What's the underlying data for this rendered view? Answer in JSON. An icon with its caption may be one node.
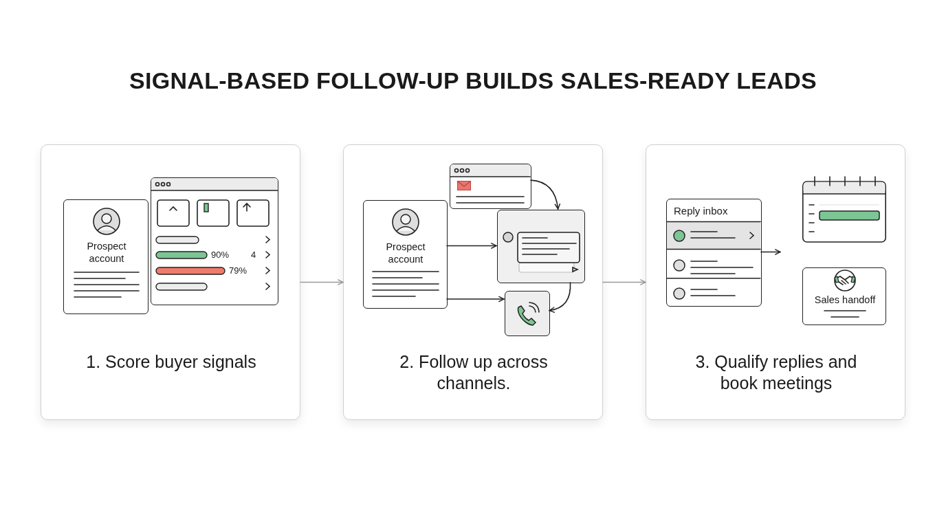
{
  "diagram": {
    "title": "SIGNAL-BASED FOLLOW-UP BUILDS SALES-READY LEADS",
    "nodes": [
      {
        "text": [
          "1. Score buyer signals"
        ]
      },
      {
        "text": [
          "Prospect account"
        ],
        "in": 0
      },
      {
        "text": [
          "90%",
          "4",
          "79%"
        ],
        "in": 0
      },
      {
        "text": [
          "2. Follow up across channels."
        ]
      },
      {
        "text": [
          "Prospect account"
        ],
        "in": 3
      },
      {
        "text": [],
        "shape": "box",
        "in": 3
      },
      {
        "text": [],
        "shape": "box",
        "in": 3
      },
      {
        "text": [],
        "shape": "box",
        "in": 3
      },
      {
        "text": [
          "3. Qualify replies and book meetings"
        ]
      },
      {
        "text": [
          "Reply inbox"
        ],
        "in": 8
      },
      {
        "text": [],
        "shape": "box",
        "in": 8
      },
      {
        "text": [
          "Sales handoff"
        ],
        "in": 8
      }
    ],
    "edges": [
      {
        "from": 0,
        "to": 3,
        "arrow": "to",
        "color": "#9a9a9a"
      },
      {
        "from": 3,
        "to": 8,
        "arrow": "to",
        "color": "#9a9a9a"
      },
      {
        "from": 4,
        "to": 6,
        "arrow": "to"
      },
      {
        "from": 4,
        "to": 7,
        "arrow": "to"
      },
      {
        "from": 5,
        "to": 6,
        "arrow": "to"
      },
      {
        "from": 6,
        "to": 7,
        "arrow": "to"
      },
      {
        "from": 9,
        "to": null,
        "arrow": "to"
      }
    ]
  }
}
